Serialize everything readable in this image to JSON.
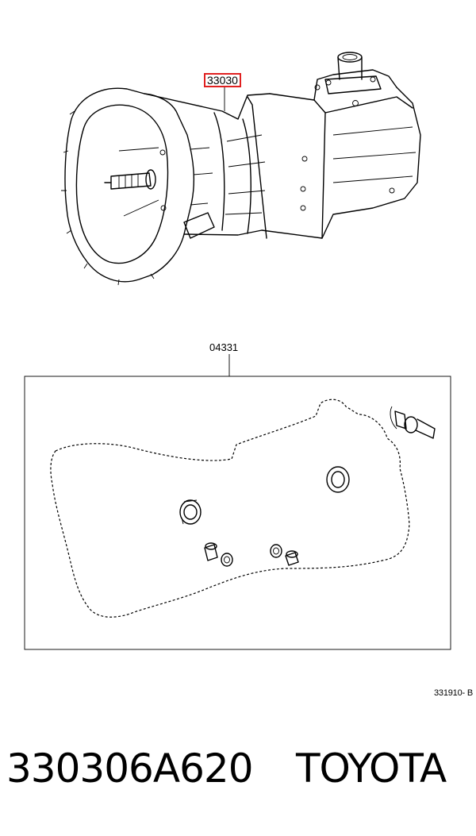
{
  "callouts": {
    "transmission_part": "33030",
    "gasket_kit_part": "04331",
    "diagram_ref": "331910- B"
  },
  "footer": {
    "part_number": "330306A620",
    "brand": "TOYOTA"
  },
  "colors": {
    "highlight_box": "#e02020",
    "ink": "#000000",
    "background": "#ffffff"
  }
}
